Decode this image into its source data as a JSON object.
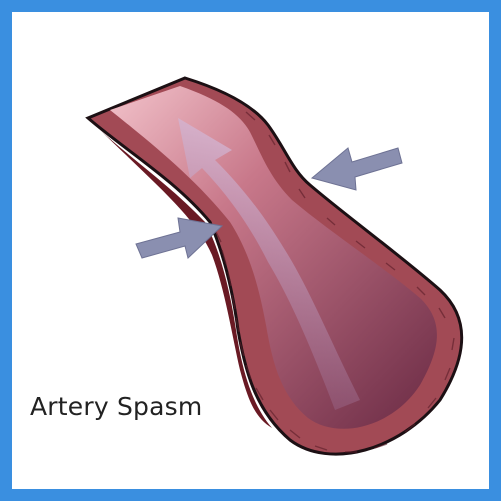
{
  "caption": "Artery Spasm",
  "colors": {
    "frame": "#3a8fe0",
    "vessel_wall": "#a8505a",
    "vessel_wall_dark": "#7a2530",
    "lumen": "#6e3048",
    "lumen_light": "#d98a98",
    "arrow": "#8a8fb0",
    "flow_arrow": "#c9a8c4"
  },
  "icons": [
    "compression-arrow",
    "blood-flow-arrow"
  ]
}
